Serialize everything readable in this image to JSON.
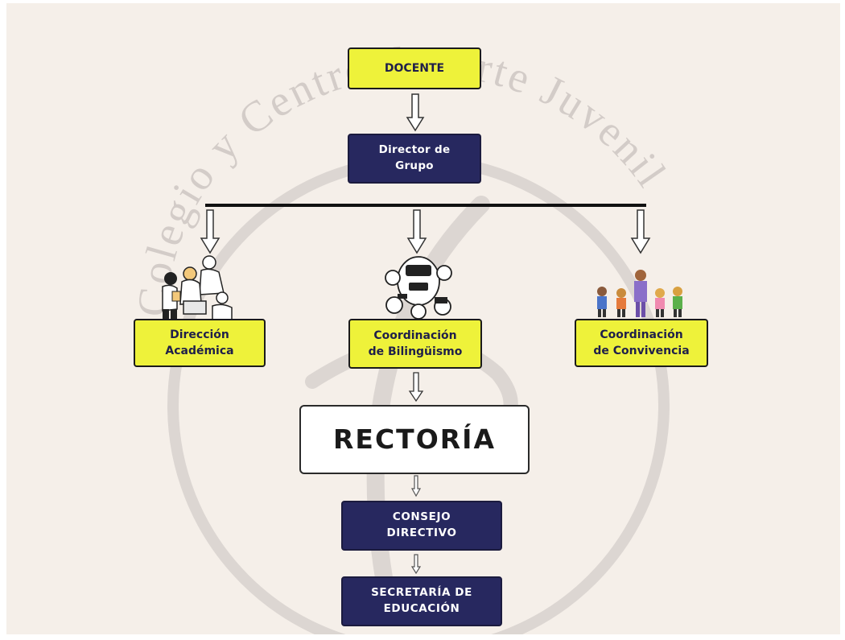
{
  "diagram": {
    "watermark_text": "Colegio y Centro de Arte Juvenil",
    "colors": {
      "background": "#f5efe9",
      "yellow": "#eef23a",
      "navy": "#27285f",
      "watermark": "#d9d3cf"
    },
    "nodes": {
      "docente": "DOCENTE",
      "director_grupo": "Director de\nGrupo",
      "direccion_academica": "Dirección\nAcadémica",
      "coordinacion_bilinguismo": "Coordinación\nde Bilingüismo",
      "coordinacion_convivencia": "Coordinación\nde Convivencia",
      "rectoria": "RECTORÍA",
      "consejo_directivo": "CONSEJO\nDIRECTIVO",
      "secretaria_educacion": "SECRETARÍA DE\nEDUCACIÓN"
    },
    "illustrations": [
      "team-illustration",
      "robot-illustration",
      "children-illustration"
    ]
  }
}
